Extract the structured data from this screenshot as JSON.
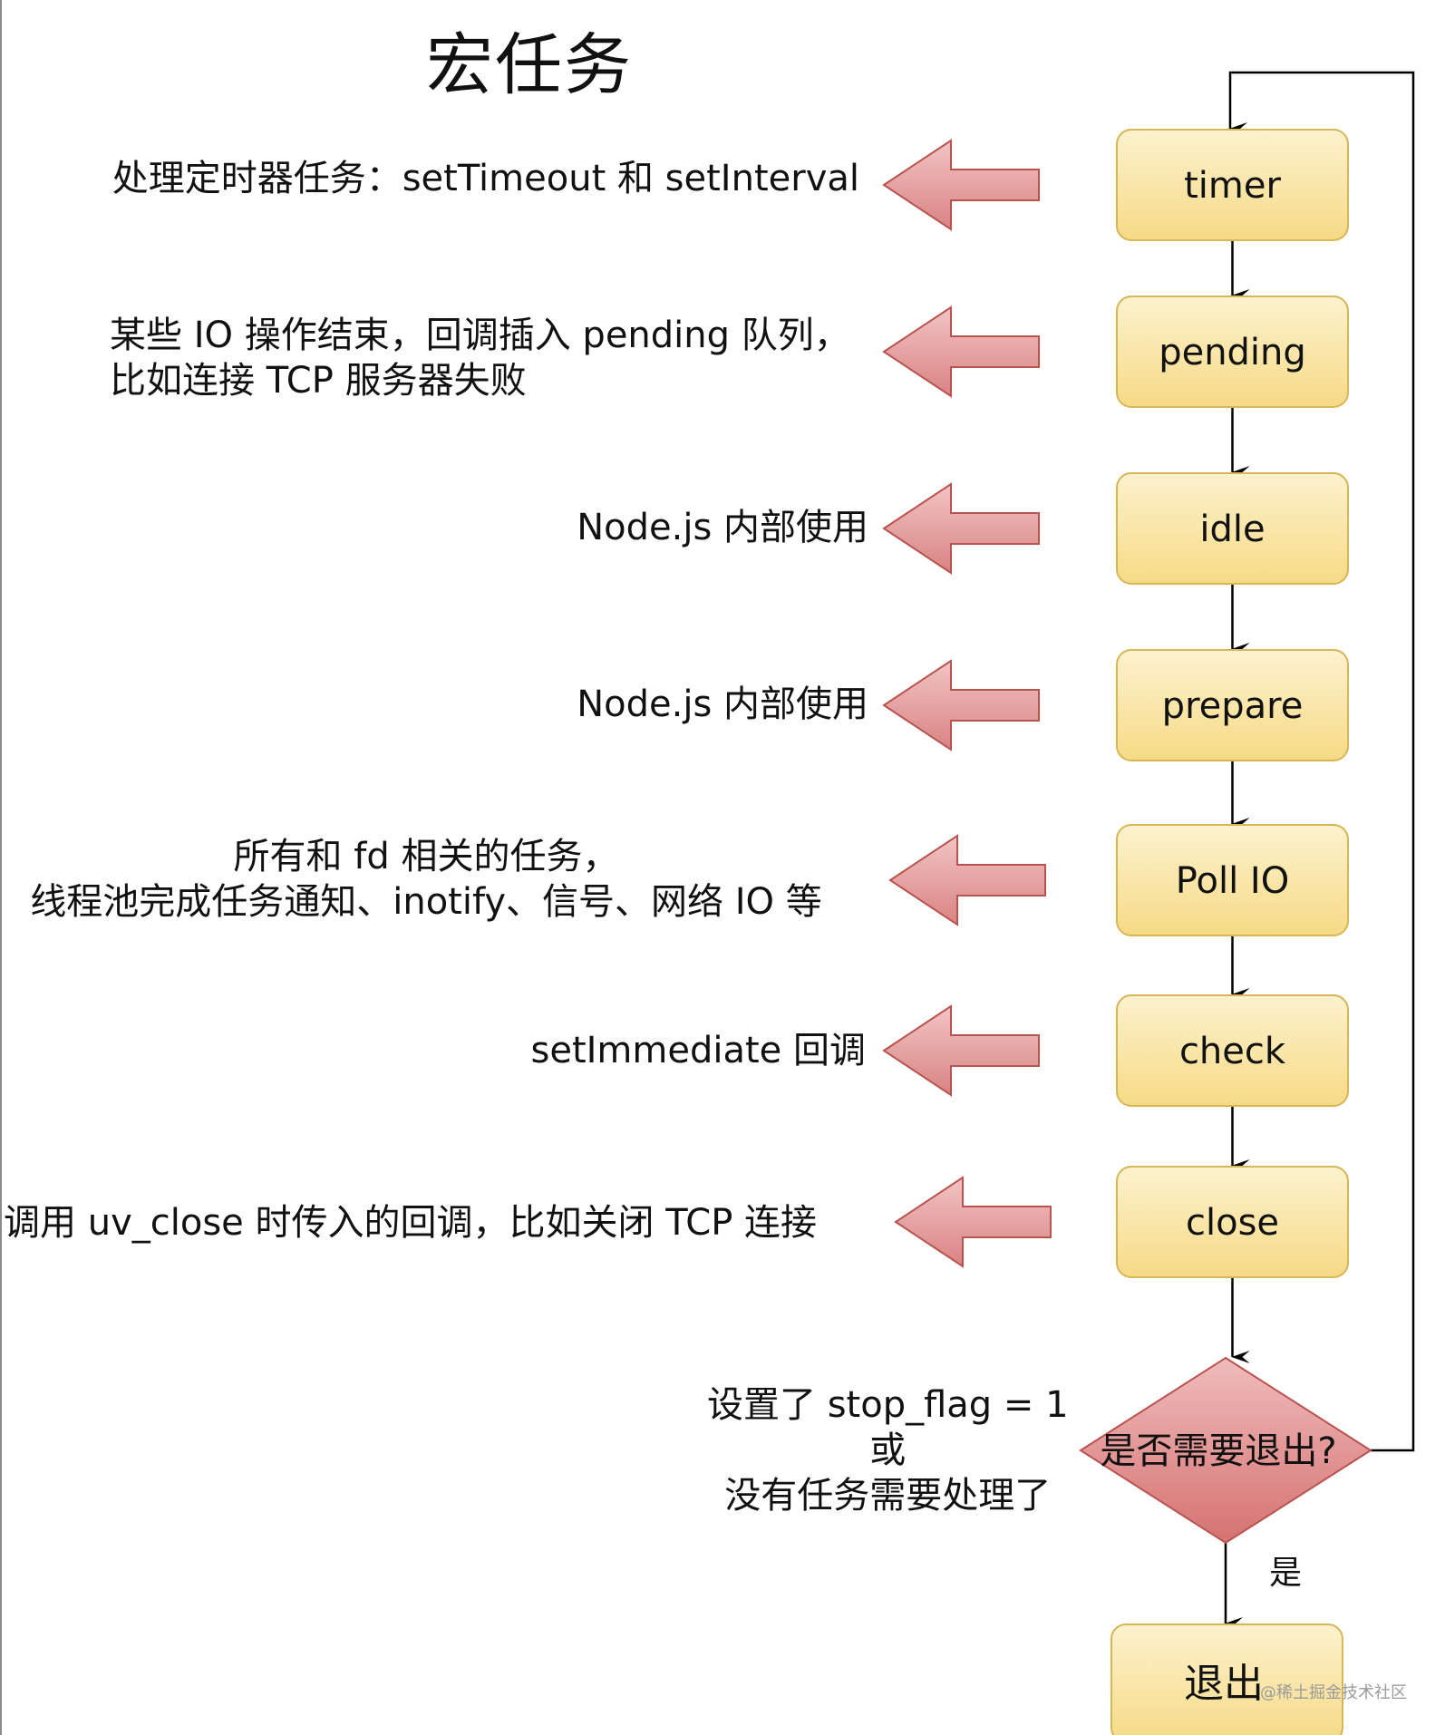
{
  "title": "宏任务",
  "colors": {
    "phase_fill_top": "#fdf2cf",
    "phase_fill_bottom": "#f6da85",
    "phase_stroke": "#d6b656",
    "arrow_fill_top": "#f2c4c4",
    "arrow_fill_bottom": "#d98383",
    "arrow_stroke": "#b85450",
    "decision_fill_top": "#f0bcbc",
    "decision_fill_bottom": "#d67272"
  },
  "phases": [
    {
      "label": "timer",
      "description": [
        "处理定时器任务：setTimeout 和 setInterval"
      ]
    },
    {
      "label": "pending",
      "description": [
        "某些 IO 操作结束，回调插入 pending 队列，",
        "比如连接 TCP 服务器失败"
      ]
    },
    {
      "label": "idle",
      "description": [
        "Node.js 内部使用"
      ]
    },
    {
      "label": "prepare",
      "description": [
        "Node.js 内部使用"
      ]
    },
    {
      "label": "Poll IO",
      "description": [
        "所有和 fd 相关的任务，",
        "线程池完成任务通知、inotify、信号、网络 IO 等"
      ]
    },
    {
      "label": "check",
      "description": [
        "setImmediate 回调"
      ]
    },
    {
      "label": "close",
      "description": [
        "调用 uv_close 时传入的回调，比如关闭 TCP 连接"
      ]
    }
  ],
  "decision": {
    "label": "是否需要退出?",
    "condition": [
      "设置了 stop_flag = 1",
      "或",
      "没有任务需要处理了"
    ],
    "yes_label": "是"
  },
  "exit": {
    "label": "退出"
  },
  "watermark": "@稀土掘金技术社区"
}
